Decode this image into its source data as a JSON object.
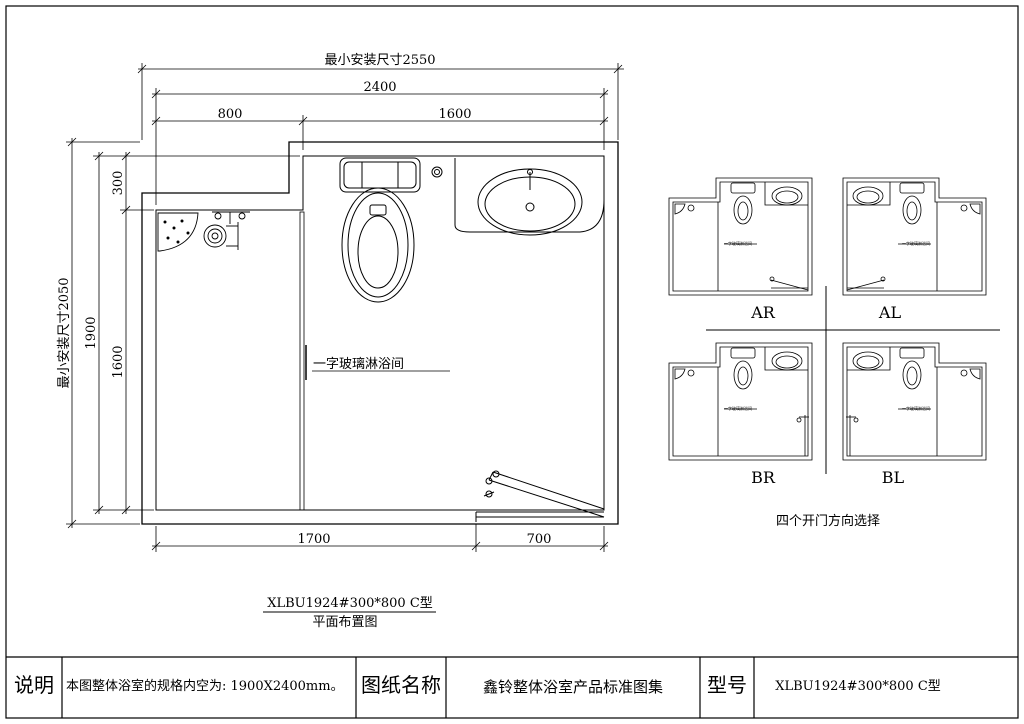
{
  "plan": {
    "dims": {
      "min_width": "最小安装尺寸2550",
      "width_inner": "2400",
      "left_upper": "800",
      "right_upper": "1600",
      "min_depth": "最小安装尺寸2050",
      "depth_inner": "1900",
      "depth_300": "300",
      "depth_1600": "1600",
      "bottom_left": "1700",
      "bottom_right": "700"
    },
    "shower_label": "一字玻璃淋浴间",
    "model_line": "XLBU1924#300*800  C型",
    "caption": "平面布置图"
  },
  "variants": {
    "items": [
      "AR",
      "AL",
      "BR",
      "BL"
    ],
    "mini_label": "一字玻璃淋浴间",
    "caption": "四个开门方向选择"
  },
  "title_block": {
    "note_title": "说明",
    "note_text": "本图整体浴室的规格内空为: 1900X2400mm。",
    "name_title": "图纸名称",
    "name_value": "鑫铃整体浴室产品标准图集",
    "model_title": "型号",
    "model_value": "XLBU1924#300*800  C型"
  }
}
